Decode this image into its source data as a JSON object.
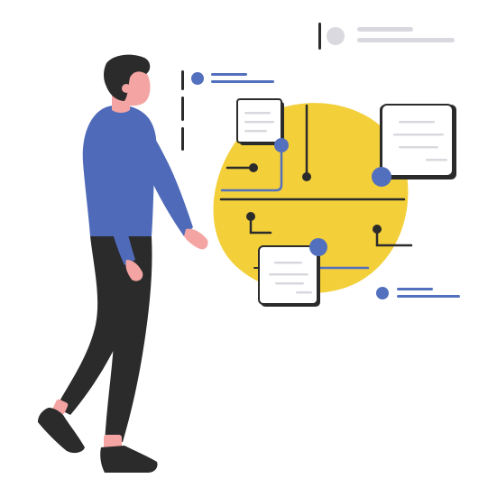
{
  "illustration": {
    "subject": "person-walking-toward-flowchart",
    "colors": {
      "background": "#FFFFFF",
      "blob": "#F3CF3A",
      "accent_blue": "#5370BE",
      "shirt": "#4F6AB8",
      "skin": "#F4A5A3",
      "dark": "#2B2B2B",
      "card": "#FFFFFF",
      "card_line": "#D9D8DE",
      "grey_dot": "#DAD9DF",
      "grey_line": "#D9D8DE"
    },
    "icons": [
      "person",
      "blob",
      "note-card-small",
      "note-card-large",
      "note-card-bottom",
      "connector-dot",
      "circuit-node",
      "text-line"
    ]
  }
}
